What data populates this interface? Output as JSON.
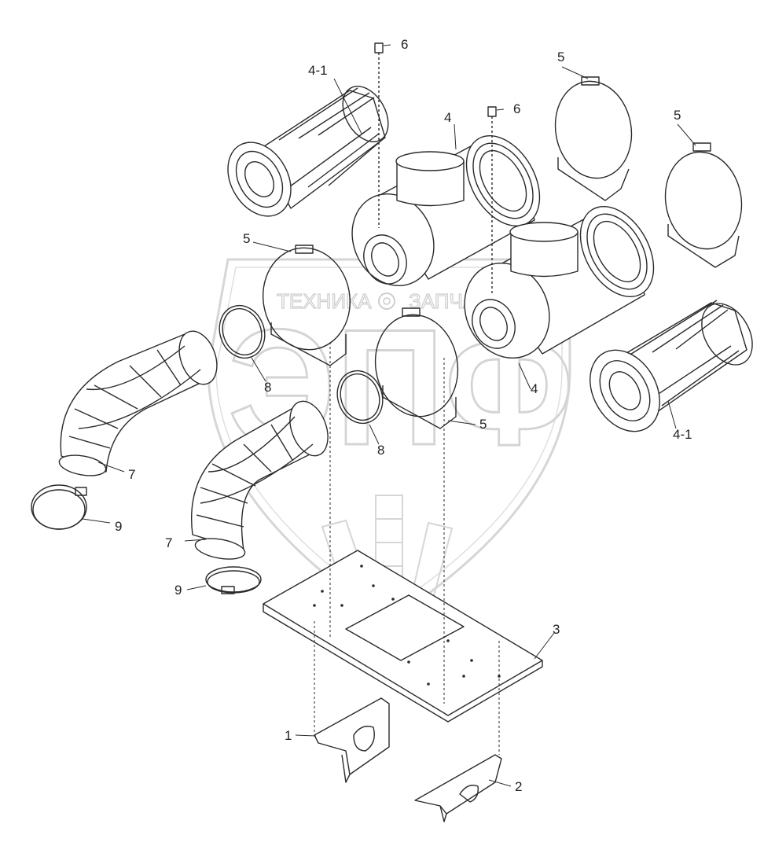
{
  "watermark": {
    "brand_left": "ТЕХНИКА",
    "brand_right": "ЗАПЧАСТИ",
    "logo_letters": "ЭПФ"
  },
  "callouts": {
    "c1": "1",
    "c2": "2",
    "c3": "3",
    "c4a": "4",
    "c4b": "4",
    "c41a": "4-1",
    "c41b": "4-1",
    "c5a": "5",
    "c5b": "5",
    "c5c": "5",
    "c5d": "5",
    "c6a": "6",
    "c6b": "6",
    "c7a": "7",
    "c7b": "7",
    "c8a": "8",
    "c8b": "8",
    "c9a": "9",
    "c9b": "9"
  }
}
